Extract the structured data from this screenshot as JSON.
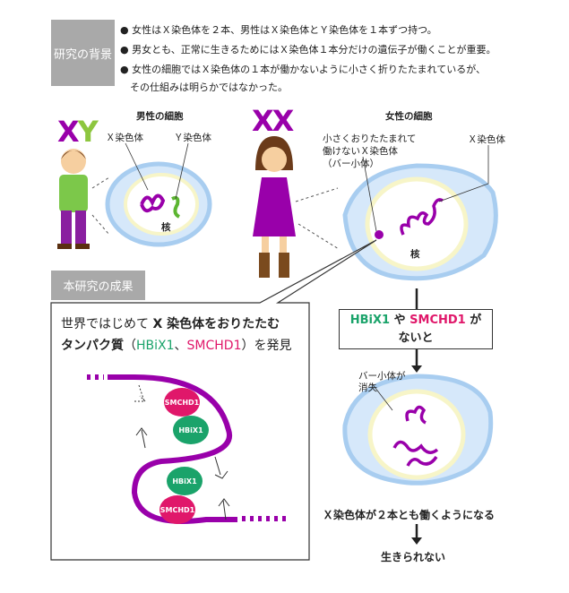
{
  "background": {
    "label": "研究の背景",
    "bullets": [
      "● 女性はＸ染色体を２本、男性はＸ染色体とＹ染色体を１本ずつ持つ。",
      "● 男女とも、正常に生きるためにはＸ染色体１本分だけの遺伝子が働くことが重要。",
      "● 女性の細胞ではＸ染色体の１本が働かないように小さく折りたたまれているが、",
      "　その仕組みは明らかではなかった。"
    ]
  },
  "male": {
    "sex_label_x": "X",
    "sex_label_y": "Y",
    "cell_title": "男性の細胞",
    "x_label": "Ｘ染色体",
    "y_label": "Ｙ染色体",
    "nucleus": "核"
  },
  "female": {
    "sex_label": "XX",
    "cell_title": "女性の細胞",
    "barr_label": [
      "小さくおりたたまれて",
      "働けないＸ染色体",
      "（バー小体）"
    ],
    "x_label": "Ｘ染色体",
    "nucleus": "核"
  },
  "result": {
    "label": "本研究の成果",
    "line1_a": "世界ではじめて ",
    "line1_b": "X 染色体をおりたたむ",
    "line2_a": "タンパク質",
    "line2_b": "（",
    "hbix1": "HBiX1",
    "sep": "、",
    "smchd1": "SMCHD1",
    "line2_c": "）を発見",
    "protein_smchd1": "SMCHD1",
    "protein_hbix1": "HBiX1"
  },
  "flow": {
    "cond_hbix1": "HBiX1",
    "cond_ya": " や ",
    "cond_smchd1": "SMCHD1",
    "cond_ga": " が",
    "cond_line2": "ないと",
    "barr_lost": [
      "バー小体が",
      "消失"
    ],
    "outcome1": "Ｘ染色体が２本とも働くようになる",
    "outcome2": "生きられない"
  },
  "colors": {
    "purple": "#9900aa",
    "green": "#1aa36a",
    "pink": "#e0176a",
    "cell": "#a8cdf0"
  }
}
